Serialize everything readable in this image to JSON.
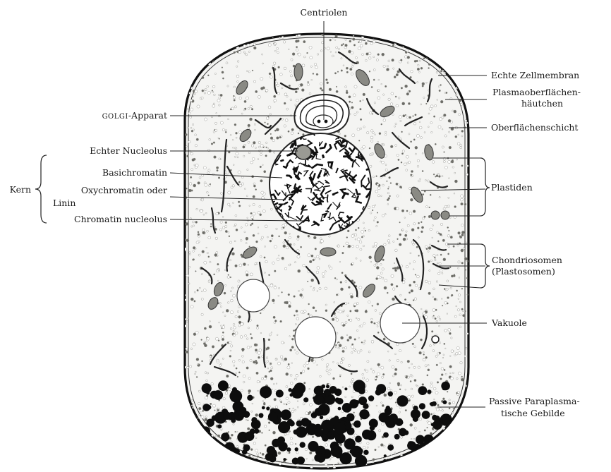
{
  "labels": {
    "centriolen": "Centriolen",
    "golgi_small_caps": "Golgi",
    "golgi_rest": "-Apparat",
    "echter_nucleolus": "Echter Nucleolus",
    "basichromatin": "Basichromatin",
    "oxychromatin_line1": "Oxychromatin oder",
    "oxychromatin_line2": "Linin",
    "chromatin_nucleolus": "Chromatin nucleolus",
    "kern": "Kern",
    "echte_zellmembran": "Echte Zellmembran",
    "plasmaoberflaechen_line1": "Plasmaoberflächen-",
    "plasmaoberflaechen_line2": "häutchen",
    "oberflaechenschicht": "Oberflächenschicht",
    "plastiden": "Plastiden",
    "chondriosomen_line1": "Chondriosomen",
    "chondriosomen_line2": "(Plastosomen)",
    "vakuole": "Vakuole",
    "paraplasma_line1": "Passive Paraplasma-",
    "paraplasma_line2": "tische Gebilde"
  },
  "colors": {
    "ink": "#1a1a1a",
    "cytoplasm": "#f4f4f2",
    "vacuole": "#ffffff"
  }
}
